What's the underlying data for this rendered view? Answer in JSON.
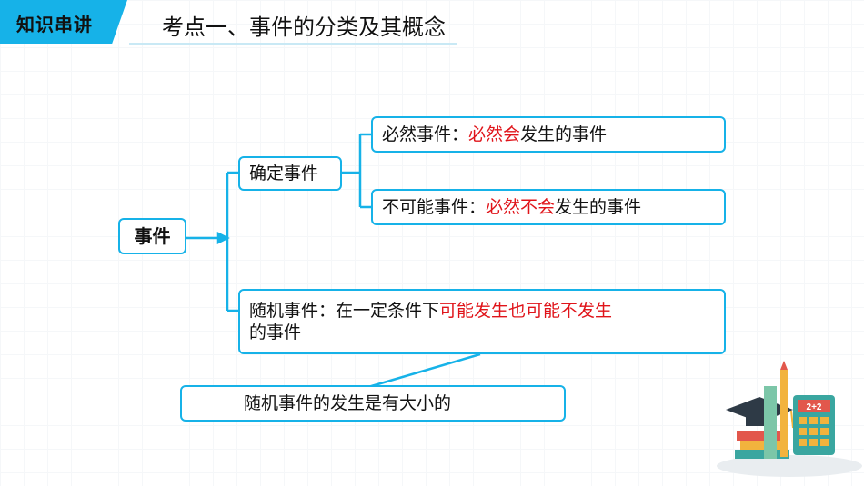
{
  "header": {
    "tag": "知识串讲",
    "title": "考点一、事件的分类及其概念"
  },
  "tree": {
    "root": "事件",
    "certain": "确定事件",
    "sure": {
      "prefix": "必然事件：",
      "highlight": "必然会",
      "suffix": "发生的事件"
    },
    "impossible": {
      "prefix": "不可能事件：",
      "highlight": "必然不会",
      "suffix": "发生的事件"
    },
    "random": {
      "prefix": "随机事件：在一定条件下",
      "highlight": "可能发生也可能不发生",
      "suffix": "的事件"
    },
    "note": "随机事件的发生是有大小的"
  },
  "colors": {
    "accent": "#16b2e8",
    "highlight": "#e0141a"
  },
  "decoration": {
    "icons": [
      "graduation-cap-icon",
      "books-icon",
      "calculator-icon",
      "ruler-icon",
      "pencil-icon"
    ],
    "calc_text": "2+2"
  }
}
